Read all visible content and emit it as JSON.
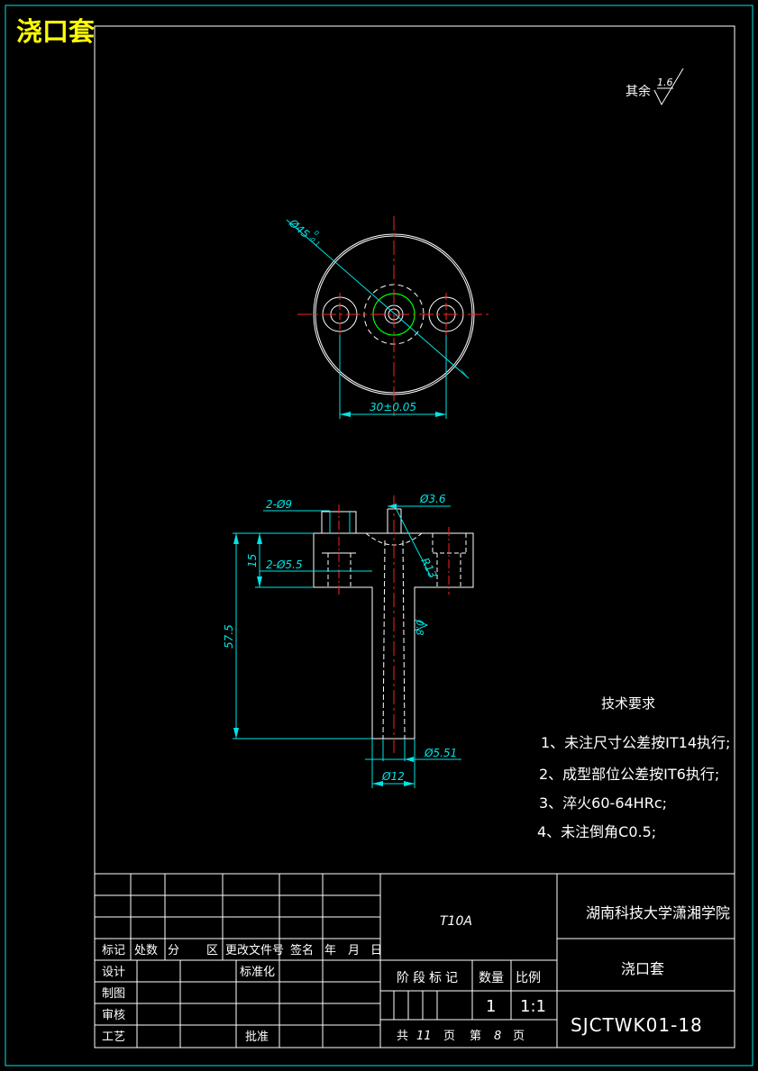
{
  "corner_title": "浇口套",
  "roughness": {
    "prefix": "其余",
    "value": "1.6"
  },
  "dims": {
    "outer_dia": "Ø45",
    "outer_tol_upper": "0",
    "outer_tol_lower": "-0.1",
    "hole_spacing": "30±0.05",
    "hole_2x9": "2-Ø9",
    "hole_2x55": "2-Ø5.5",
    "dia_36": "Ø3.6",
    "radius_13": "R13",
    "height_15": "15",
    "height_575": "57.5",
    "roughness_08": "0.8",
    "dia_551": "Ø5.51",
    "dia_12": "Ø12"
  },
  "tech": {
    "title": "技术要求",
    "items": [
      "1、未注尺寸公差按IT14执行;",
      "2、成型部位公差按IT6执行;",
      "3、淬火60-64HRc;",
      "4、未注倒角C0.5;"
    ]
  },
  "title_block": {
    "material": "T10A",
    "school": "湖南科技大学潇湘学院",
    "part_name": "浇口套",
    "drawing_no": "SJCTWK01-18",
    "rev_headers": [
      "标记",
      "处数",
      "分",
      "区",
      "更改文件号",
      "签名",
      "年",
      "月",
      "日"
    ],
    "design": "设计",
    "standardize": "标准化",
    "draw": "制图",
    "review": "审核",
    "process": "工艺",
    "approve": "批准",
    "stage": "阶段标记",
    "quantity_label": "数量",
    "scale_label": "比例",
    "quantity": "1",
    "scale": "1:1",
    "sheets": {
      "total_prefix": "共",
      "total": "11",
      "page_unit": "页",
      "current_prefix": "第",
      "current": "8"
    }
  }
}
